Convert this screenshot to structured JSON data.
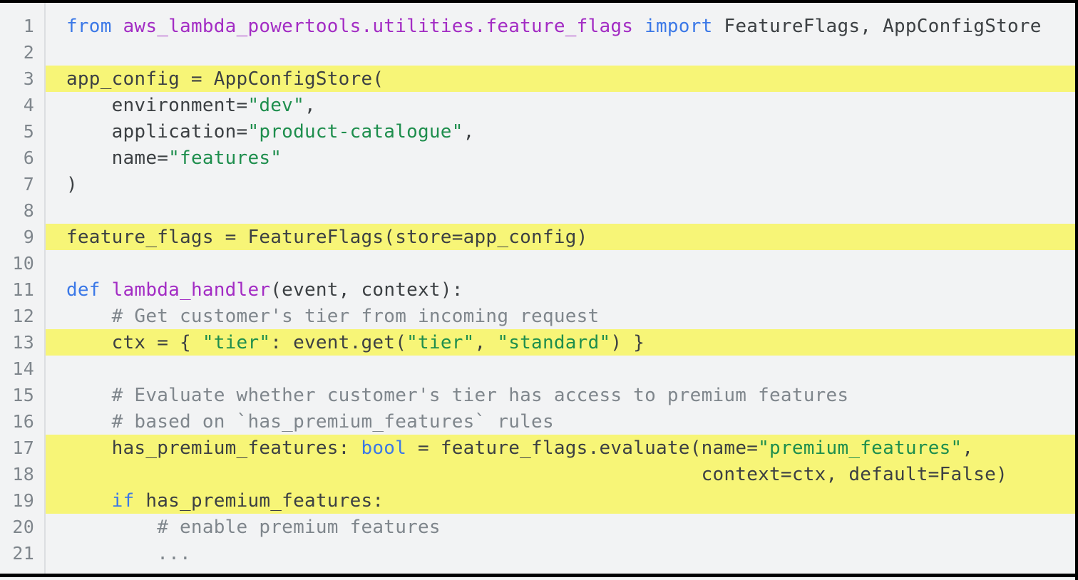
{
  "window": {
    "kind": "code-viewer",
    "language": "python"
  },
  "colors": {
    "page_bg": "#f2f3f4",
    "frame": "#000000",
    "divider": "#dcdee1",
    "line_number": "#7f868c",
    "highlight": "#f7f577",
    "token_default": "#3c4043",
    "token_keyword": "#3b78e7",
    "token_name": "#a32cc4",
    "token_string": "#1e8e4d",
    "token_comment": "#7f868c"
  },
  "code": {
    "highlighted_lines": [
      3,
      9,
      13,
      17,
      18,
      19
    ],
    "lines": [
      {
        "number": 1,
        "tokens": [
          {
            "text": "from",
            "type": "keyword"
          },
          {
            "text": " ",
            "type": "default"
          },
          {
            "text": "aws_lambda_powertools.utilities.feature_flags",
            "type": "name"
          },
          {
            "text": " ",
            "type": "default"
          },
          {
            "text": "import",
            "type": "keyword"
          },
          {
            "text": " FeatureFlags, AppConfigStore",
            "type": "default"
          }
        ]
      },
      {
        "number": 2,
        "tokens": []
      },
      {
        "number": 3,
        "tokens": [
          {
            "text": "app_config = AppConfigStore(",
            "type": "default"
          }
        ]
      },
      {
        "number": 4,
        "tokens": [
          {
            "text": "    environment=",
            "type": "default"
          },
          {
            "text": "\"dev\"",
            "type": "string"
          },
          {
            "text": ",",
            "type": "default"
          }
        ]
      },
      {
        "number": 5,
        "tokens": [
          {
            "text": "    application=",
            "type": "default"
          },
          {
            "text": "\"product-catalogue\"",
            "type": "string"
          },
          {
            "text": ",",
            "type": "default"
          }
        ]
      },
      {
        "number": 6,
        "tokens": [
          {
            "text": "    name=",
            "type": "default"
          },
          {
            "text": "\"features\"",
            "type": "string"
          }
        ]
      },
      {
        "number": 7,
        "tokens": [
          {
            "text": ")",
            "type": "default"
          }
        ]
      },
      {
        "number": 8,
        "tokens": []
      },
      {
        "number": 9,
        "tokens": [
          {
            "text": "feature_flags = FeatureFlags(store=app_config)",
            "type": "default"
          }
        ]
      },
      {
        "number": 10,
        "tokens": []
      },
      {
        "number": 11,
        "tokens": [
          {
            "text": "def",
            "type": "keyword"
          },
          {
            "text": " ",
            "type": "default"
          },
          {
            "text": "lambda_handler",
            "type": "name"
          },
          {
            "text": "(event, context):",
            "type": "default"
          }
        ]
      },
      {
        "number": 12,
        "tokens": [
          {
            "text": "    # Get customer's tier from incoming request",
            "type": "comment"
          }
        ]
      },
      {
        "number": 13,
        "tokens": [
          {
            "text": "    ctx = { ",
            "type": "default"
          },
          {
            "text": "\"tier\"",
            "type": "string"
          },
          {
            "text": ": event.get(",
            "type": "default"
          },
          {
            "text": "\"tier\"",
            "type": "string"
          },
          {
            "text": ", ",
            "type": "default"
          },
          {
            "text": "\"standard\"",
            "type": "string"
          },
          {
            "text": ") }",
            "type": "default"
          }
        ]
      },
      {
        "number": 14,
        "tokens": []
      },
      {
        "number": 15,
        "tokens": [
          {
            "text": "    # Evaluate whether customer's tier has access to premium features",
            "type": "comment"
          }
        ]
      },
      {
        "number": 16,
        "tokens": [
          {
            "text": "    # based on `has_premium_features` rules",
            "type": "comment"
          }
        ]
      },
      {
        "number": 17,
        "tokens": [
          {
            "text": "    has_premium_features: ",
            "type": "default"
          },
          {
            "text": "bool",
            "type": "keyword"
          },
          {
            "text": " = feature_flags.evaluate(name=",
            "type": "default"
          },
          {
            "text": "\"premium_features\"",
            "type": "string"
          },
          {
            "text": ",",
            "type": "default"
          }
        ]
      },
      {
        "number": 18,
        "tokens": [
          {
            "text": "                                                        context=ctx, default=False)",
            "type": "default"
          }
        ]
      },
      {
        "number": 19,
        "tokens": [
          {
            "text": "    ",
            "type": "default"
          },
          {
            "text": "if",
            "type": "keyword"
          },
          {
            "text": " has_premium_features:",
            "type": "default"
          }
        ]
      },
      {
        "number": 20,
        "tokens": [
          {
            "text": "        # enable premium features",
            "type": "comment"
          }
        ]
      },
      {
        "number": 21,
        "tokens": [
          {
            "text": "        ...",
            "type": "comment"
          }
        ]
      }
    ]
  }
}
